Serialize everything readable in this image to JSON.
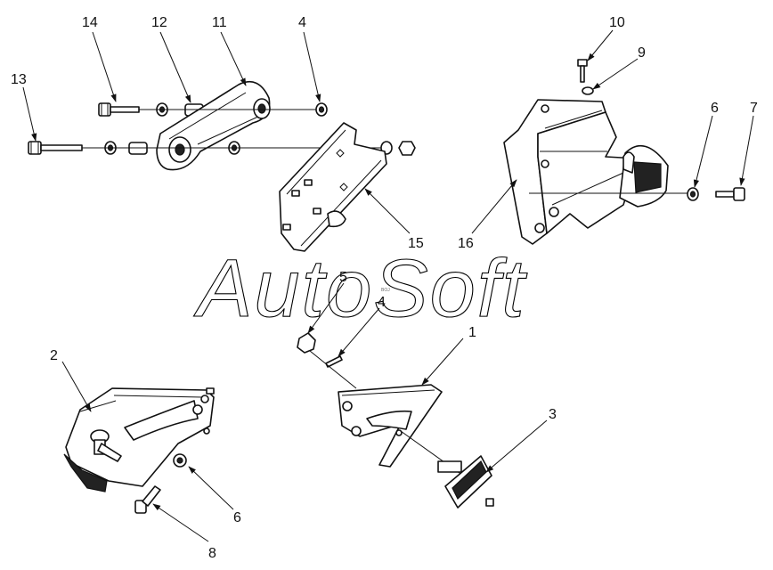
{
  "watermark": "AutoSoft",
  "watermark_small": "BOJ",
  "callouts": [
    "14",
    "12",
    "11",
    "4",
    "13",
    "15",
    "10",
    "9",
    "6",
    "7",
    "16",
    "5",
    "4",
    "1",
    "2",
    "3",
    "6",
    "8"
  ],
  "colors": {
    "ink": "#111111",
    "background": "#ffffff"
  }
}
